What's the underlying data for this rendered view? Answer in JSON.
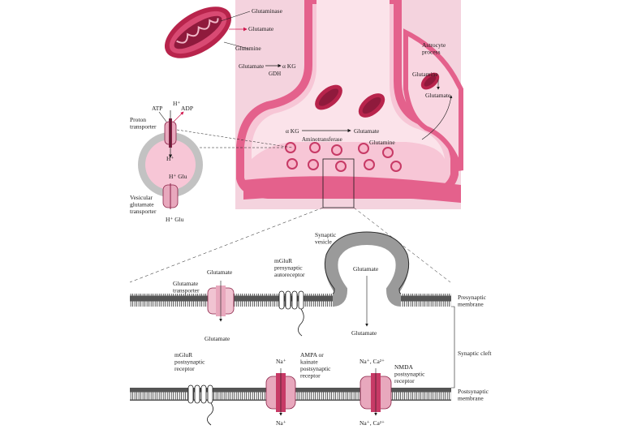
{
  "colors": {
    "background": "#ffffff",
    "pink_tissue": "#f4d3de",
    "pink_membrane": "#e4618c",
    "pink_dark": "#c73a66",
    "mito_red": "#b8244c",
    "mito_inner": "#8f1a3c",
    "membrane_gray": "#6d6d6d",
    "membrane_dark": "#2b2b2b",
    "receptor_pink": "#e8a8bd",
    "receptor_core": "#8a2146",
    "vesicle_gray": "#b3b3b3",
    "arrow_red": "#d1184f",
    "ink": "#1a1a1a"
  },
  "top": {
    "glutaminase": "Glutaminase",
    "glutamate_mito": "Glutamate",
    "glutamine_mito": "Glutamine",
    "glutamate_akg": "Glutamate",
    "akg": "α KG",
    "gdh": "GDH",
    "astrocyte": "Astrocyte\nprocess",
    "astro_glutamine": "Glutamine",
    "astro_glutamate": "Glutamate",
    "term_akg": "α KG",
    "term_glutamate": "Glutamate",
    "aminotransferase": "Aminotransferase",
    "term_glutamine": "Glutamine"
  },
  "vesicle_inset": {
    "atp": "ATP",
    "adp": "ADP",
    "h_top": "H⁺",
    "proton_transporter": "Proton\ntransporter",
    "h_inside": "H⁺",
    "h_glu": "H⁺ Glu",
    "vesicular_transporter": "Vesicular\nglutamate\ntransporter",
    "h_glu_bottom": "H⁺ Glu"
  },
  "synapse": {
    "synaptic_vesicle": "Synaptic\nvesicle",
    "vesicle_glutamate": "Glutamate",
    "transporter_glutamate_top": "Glutamate",
    "glutamate_transporter": "Glutamate\ntransporter",
    "transporter_glutamate_bottom": "Glutamate",
    "mglur_pre": "mGluR\npresynaptic\nautoreceptor",
    "released_glutamate": "Glutamate",
    "presynaptic_membrane": "Presynaptic\nmembrane",
    "synaptic_cleft": "Synaptic cleft",
    "mglur_post": "mGluR\npostsynaptic\nreceptor",
    "na_top_ampa": "Na⁺",
    "ampa": "AMPA or\nkainate\npostsynaptic\nreceptor",
    "na_ca_top": "Na⁺, Ca²⁺",
    "nmda": "NMDA\npostsynaptic\nreceptor",
    "postsynaptic_membrane": "Postsynaptic\nmembrane",
    "na_bottom_ampa": "Na⁺",
    "na_ca_bottom": "Na⁺, Ca²⁺"
  }
}
